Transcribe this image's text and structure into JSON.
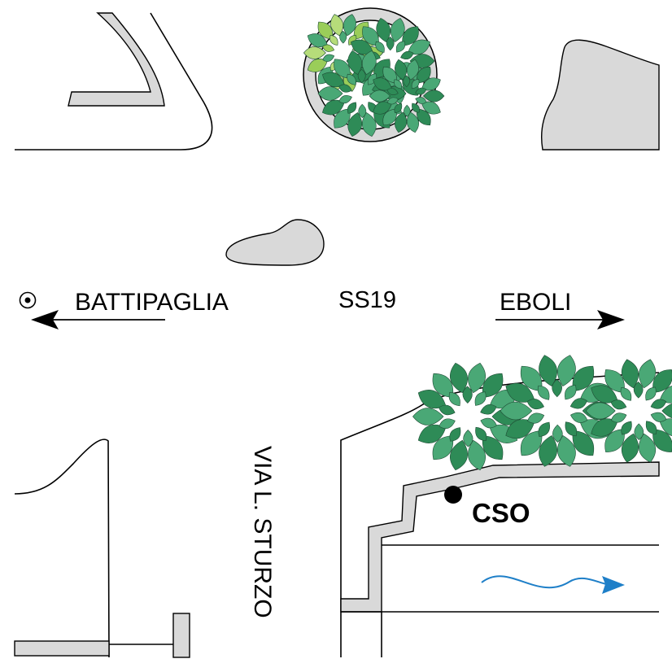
{
  "map": {
    "labels": {
      "west_direction": "BATTIPAGLIA",
      "east_direction": "EBOLI",
      "road_main": "SS19",
      "road_side": "VIA L. STURZO",
      "point": "CSO"
    },
    "colors": {
      "pavement": "#d9d9d9",
      "outline": "#000000",
      "vegetation_dark": "#2e8b57",
      "vegetation_mid": "#4aa876",
      "vegetation_light": "#9acd59",
      "flow": "#1e7fc8"
    },
    "icons": [
      "target-icon",
      "arrow-left-icon",
      "arrow-right-icon",
      "flow-arrow-icon",
      "point-marker-icon"
    ]
  }
}
